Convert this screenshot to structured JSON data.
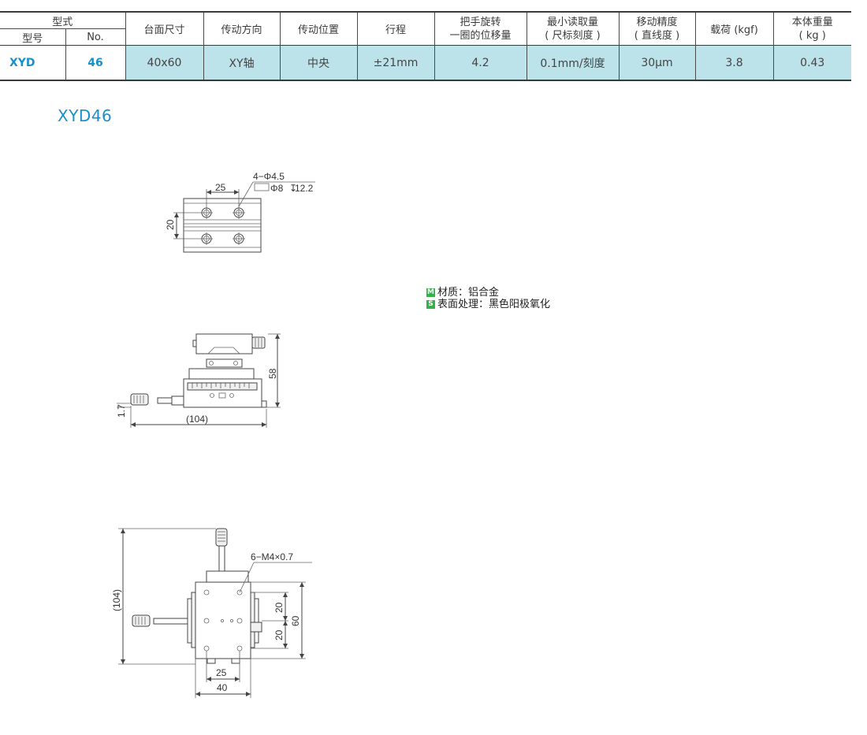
{
  "table": {
    "header": {
      "type_group": "型式",
      "model": "型号",
      "no": "No.",
      "table_size": "台面尺寸",
      "drive_direction": "传动方向",
      "drive_position": "传动位置",
      "stroke": "行程",
      "per_turn_line1": "把手旋转",
      "per_turn_line2": "一圈的位移量",
      "min_read_line1": "最小读取量",
      "min_read_line2": "( 尺标刻度 )",
      "accuracy_line1": "移动精度",
      "accuracy_line2": "( 直线度 )",
      "load": "载荷 (kgf)",
      "weight_line1": "本体重量",
      "weight_line2": "( kg )"
    },
    "row": {
      "model": "XYD",
      "no": "46",
      "table_size": "40x60",
      "drive_direction": "XY轴",
      "drive_position": "中央",
      "stroke": "±21mm",
      "per_turn": "4.2",
      "min_read": "0.1mm/刻度",
      "accuracy": "30μm",
      "load": "3.8",
      "weight": "0.43"
    }
  },
  "title": "XYD46",
  "notes": {
    "material_badge": "M",
    "material": "材质：铝合金",
    "surface_badge": "S",
    "surface": "表面处理：黑色阳极氧化"
  },
  "drawing_top": {
    "hole_spec": "4−Φ4.5",
    "counterbore_spec": "Φ8",
    "counterbore_depth": "12.2",
    "dim_25": "25",
    "dim_20": "20"
  },
  "drawing_side": {
    "dim_58": "58",
    "dim_17": "1.7",
    "dim_104": "(104)"
  },
  "drawing_bottom": {
    "thread_spec": "6−M4×0.7",
    "dim_104": "(104)",
    "dim_20a": "20",
    "dim_20b": "20",
    "dim_60": "60",
    "dim_25": "25",
    "dim_40": "40"
  },
  "colors": {
    "accent": "#1a8fc9",
    "row_fill": "#bde3ea",
    "badge": "#33b24a"
  }
}
